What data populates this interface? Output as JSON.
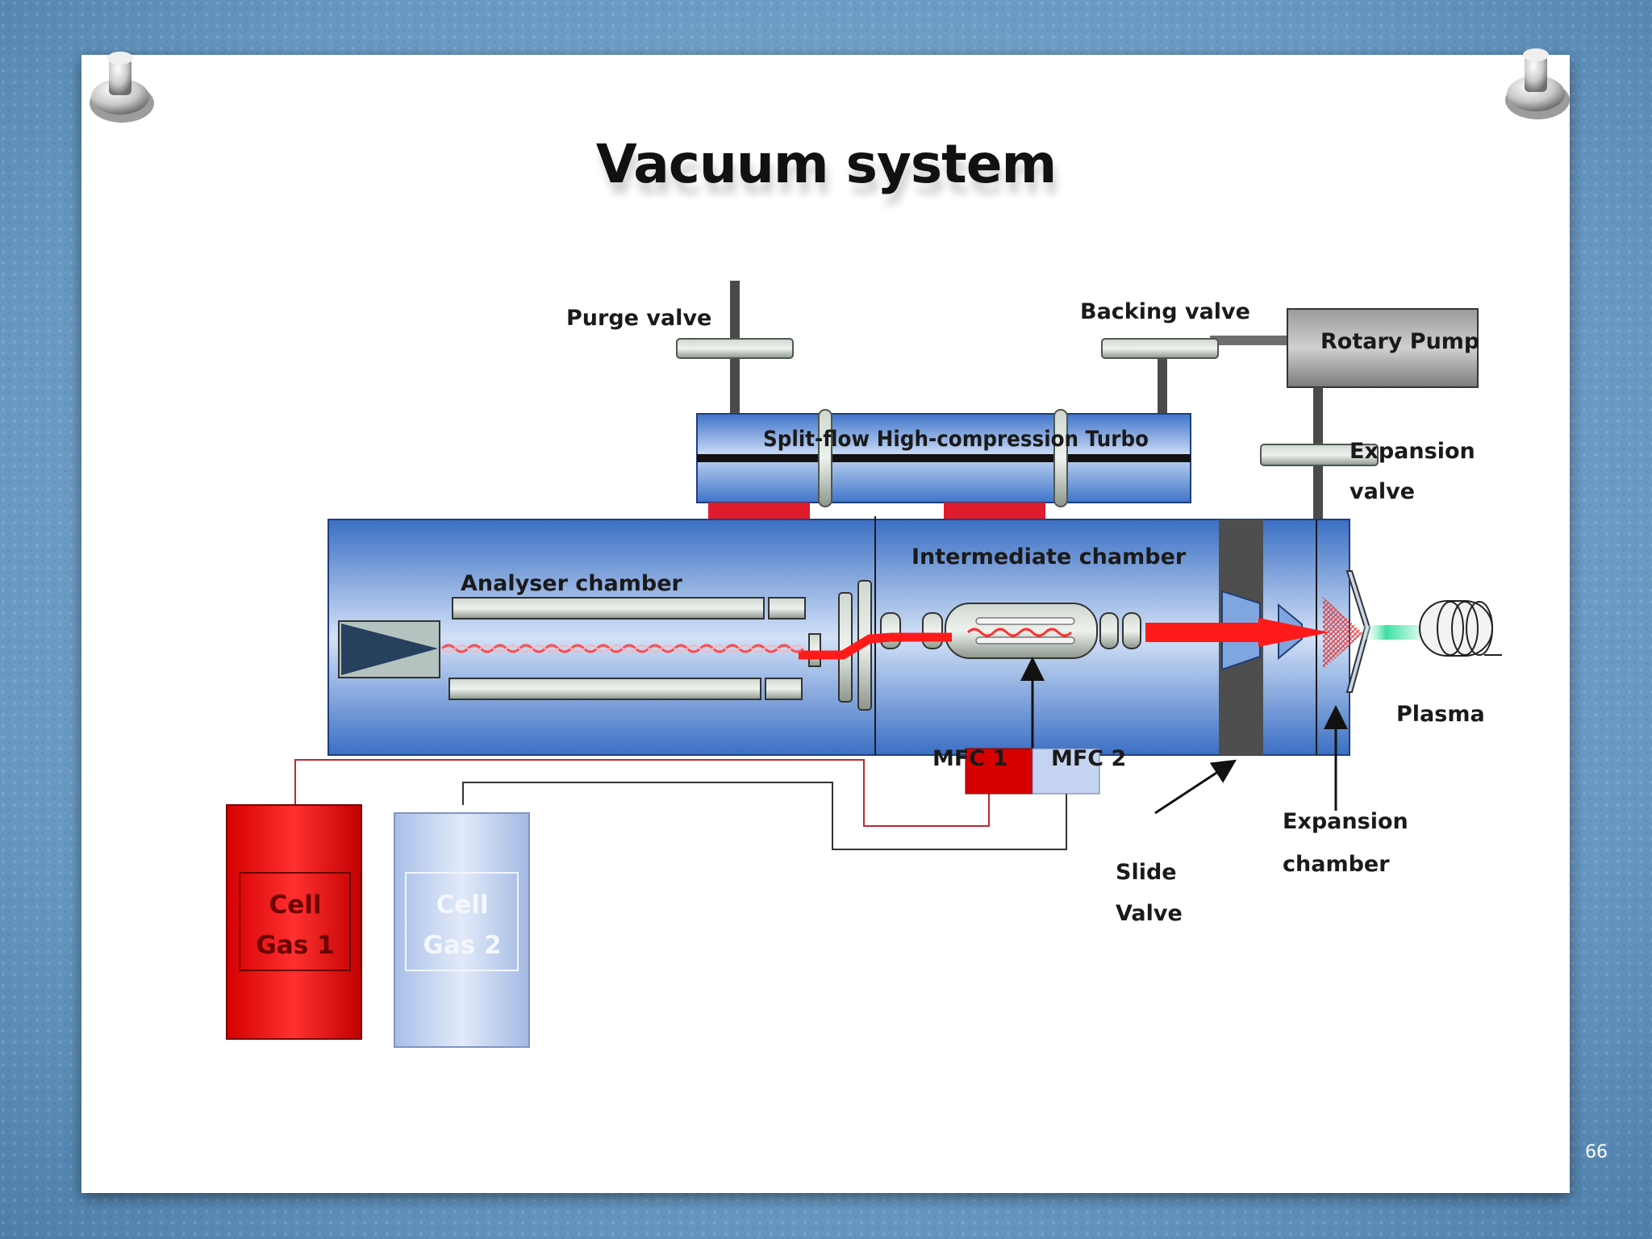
{
  "slide": {
    "title": "Vacuum system",
    "page_number": "66"
  },
  "diagram": {
    "labels": {
      "purge_valve": "Purge valve",
      "backing_valve": "Backing valve",
      "rotary_pump": "Rotary Pump",
      "turbo": "Split-flow High-compression Turbo",
      "expansion_valve_1": "Expansion",
      "expansion_valve_2": "valve",
      "intermediate_chamber": "Intermediate chamber",
      "analyser_chamber": "Analyser chamber",
      "plasma": "Plasma",
      "mfc1": "MFC 1",
      "mfc2": "MFC 2",
      "slide_valve_1": "Slide",
      "slide_valve_2": "Valve",
      "expansion_chamber_1": "Expansion",
      "expansion_chamber_2": "chamber",
      "cell_gas1_line1": "Cell",
      "cell_gas1_line2": "Gas 1",
      "cell_gas2_line1": "Cell",
      "cell_gas2_line2": "Gas 2"
    },
    "colors": {
      "chamber_blue": "#5b8fd6",
      "gas1_red": "#e00000",
      "gas2_lavender": "#c4d3ef",
      "beam_red": "#ff1a1a",
      "plasma_green": "#3de0a0",
      "pump_gray": "#7b7b7b"
    }
  }
}
